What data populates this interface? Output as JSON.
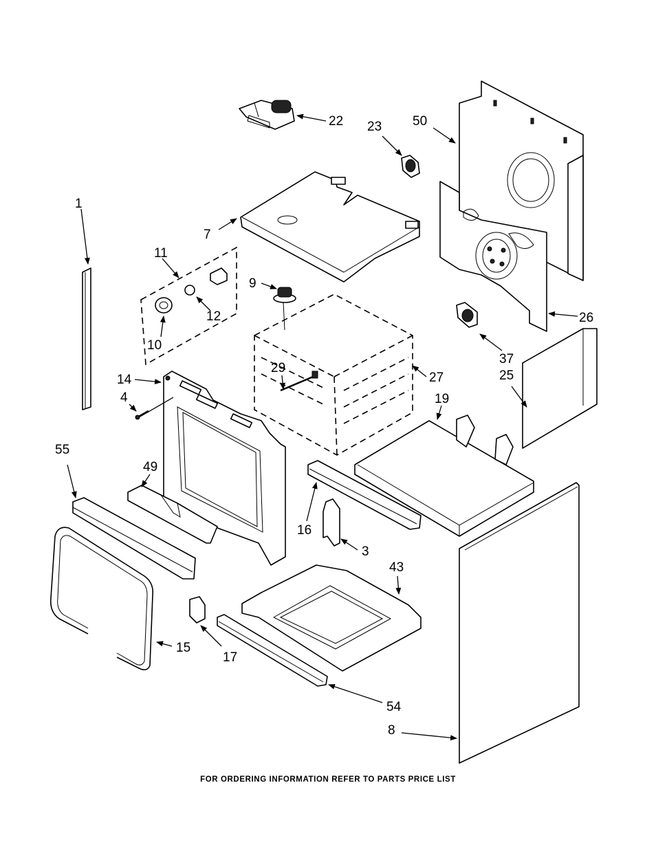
{
  "labels": {
    "p1": "1",
    "p3": "3",
    "p4": "4",
    "p7": "7",
    "p8": "8",
    "p9": "9",
    "p10": "10",
    "p11": "11",
    "p12": "12",
    "p14": "14",
    "p15": "15",
    "p16": "16",
    "p17": "17",
    "p19": "19",
    "p22": "22",
    "p23": "23",
    "p25": "25",
    "p26": "26",
    "p27": "27",
    "p29": "29",
    "p37": "37",
    "p43": "43",
    "p49": "49",
    "p50": "50",
    "p54": "54",
    "p55": "55"
  },
  "footer": "FOR ORDERING INFORMATION REFER TO PARTS PRICE LIST"
}
